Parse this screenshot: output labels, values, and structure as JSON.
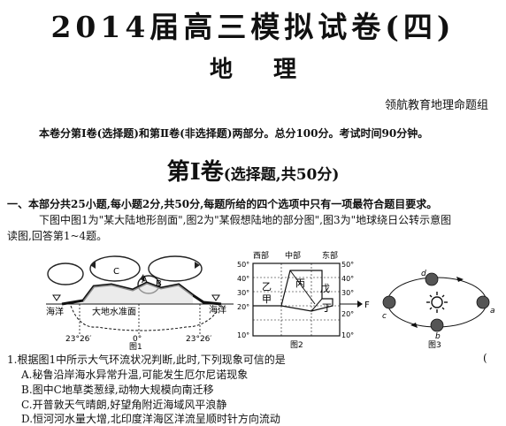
{
  "title": "2014届高三模拟试卷(四)",
  "subject": "地理",
  "author": "领航教育地理命题组",
  "notice": "本卷分第Ⅰ卷(选择题)和第Ⅱ卷(非选择题)两部分。总分100分。考试时间90分钟。",
  "part": {
    "main": "第Ⅰ卷",
    "sub": "(选择题,共50分)"
  },
  "instruction": "一、本部分共25小题,每小题2分,共50分,每题所给的四个选项中只有一项最符合题目要求。",
  "intro_line1": "下图中图1为\"某大陆地形剖面\",图2为\"某假想陆地的部分图\",图3为\"地球绕日公转示意图",
  "intro_line2": "读图,回答第1~4题。",
  "fig1": {
    "caption": "图1",
    "labels": {
      "a": "A",
      "b": "B",
      "c": "C",
      "left_ocean": "海洋",
      "right_ocean": "海洋",
      "geoid": "大地水准面",
      "lat_left": "23°26′",
      "lat_mid": "0°",
      "lat_right": "23°26′"
    }
  },
  "fig2": {
    "caption": "图2",
    "labels": {
      "west": "西部",
      "middle": "中部",
      "east": "东部",
      "jia": "甲",
      "yi": "乙",
      "bing": "丙",
      "ding": "丁",
      "wu": "戊",
      "f": "F"
    },
    "lat_left": [
      "50°",
      "40°",
      "30°",
      "20°",
      "10°"
    ],
    "lat_right": [
      "50°",
      "40°",
      "30°",
      "20°",
      "10°"
    ]
  },
  "fig3": {
    "caption": "图3",
    "labels": {
      "a": "a",
      "b": "b",
      "c": "c",
      "d": "d"
    }
  },
  "question": "1.根据图1中所示大气环流状况判断,此时,下列现象可信的是",
  "paren": "(",
  "options": [
    "A.秘鲁沿岸海水异常升温,可能发生厄尔尼诺现象",
    "B.图中C地草类葱绿,动物大规模向南迁移",
    "C.开普敦天气晴朗,好望角附近海域风平浪静",
    "D.恒河河水量大增,北印度洋海区洋流呈顺时针方向流动"
  ]
}
